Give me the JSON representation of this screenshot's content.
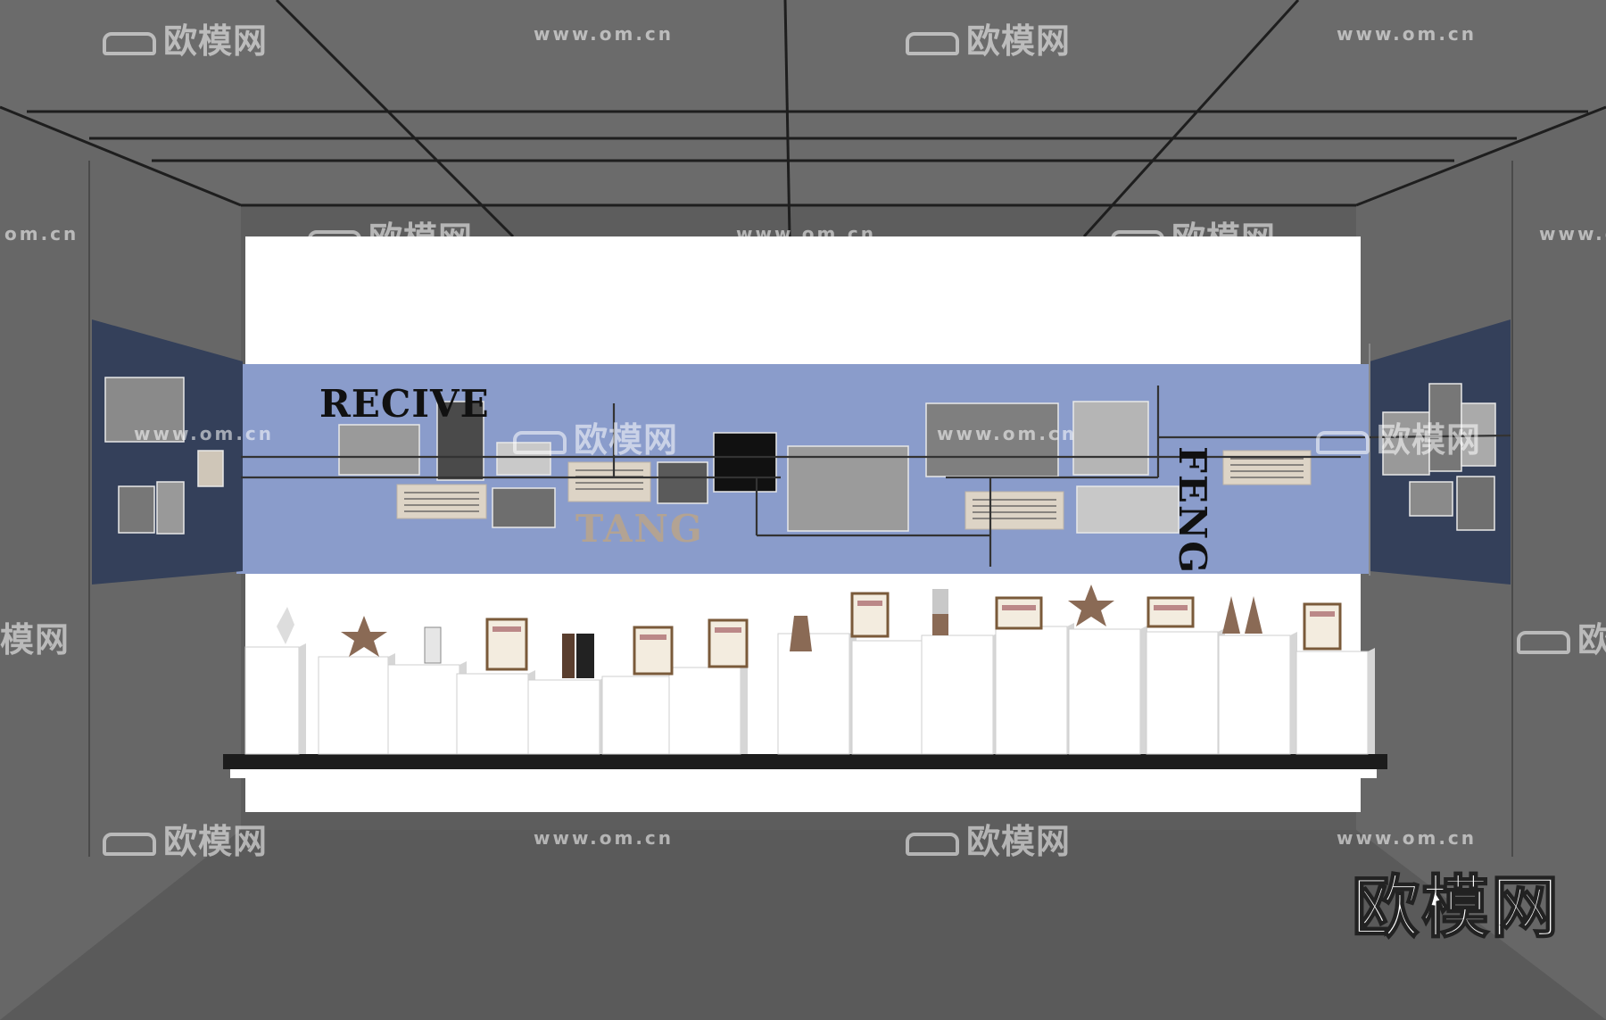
{
  "scene": {
    "headings": {
      "recive": "RECIVE",
      "tang": "TANG",
      "feng": "FENG"
    },
    "brand_mark": "欧模网",
    "watermark": {
      "cn": "欧模网",
      "url": "www.om.cn",
      "url_short": "om.cn",
      "partial": "模网"
    },
    "colors": {
      "wall_blue": "#8a9ccb",
      "side_panel": "#34405a",
      "ceiling": "#6b6b6b",
      "floor": "#5a5a5a",
      "plinth": "#ffffff",
      "base": "#1c1c1c",
      "caption_card": "#ddd4c6",
      "trophy_bronze": "#8a6a55"
    },
    "icons": [
      "sofa-logo-icon",
      "star-trophy-icon",
      "certificate-icon",
      "sculpture-icon"
    ]
  }
}
